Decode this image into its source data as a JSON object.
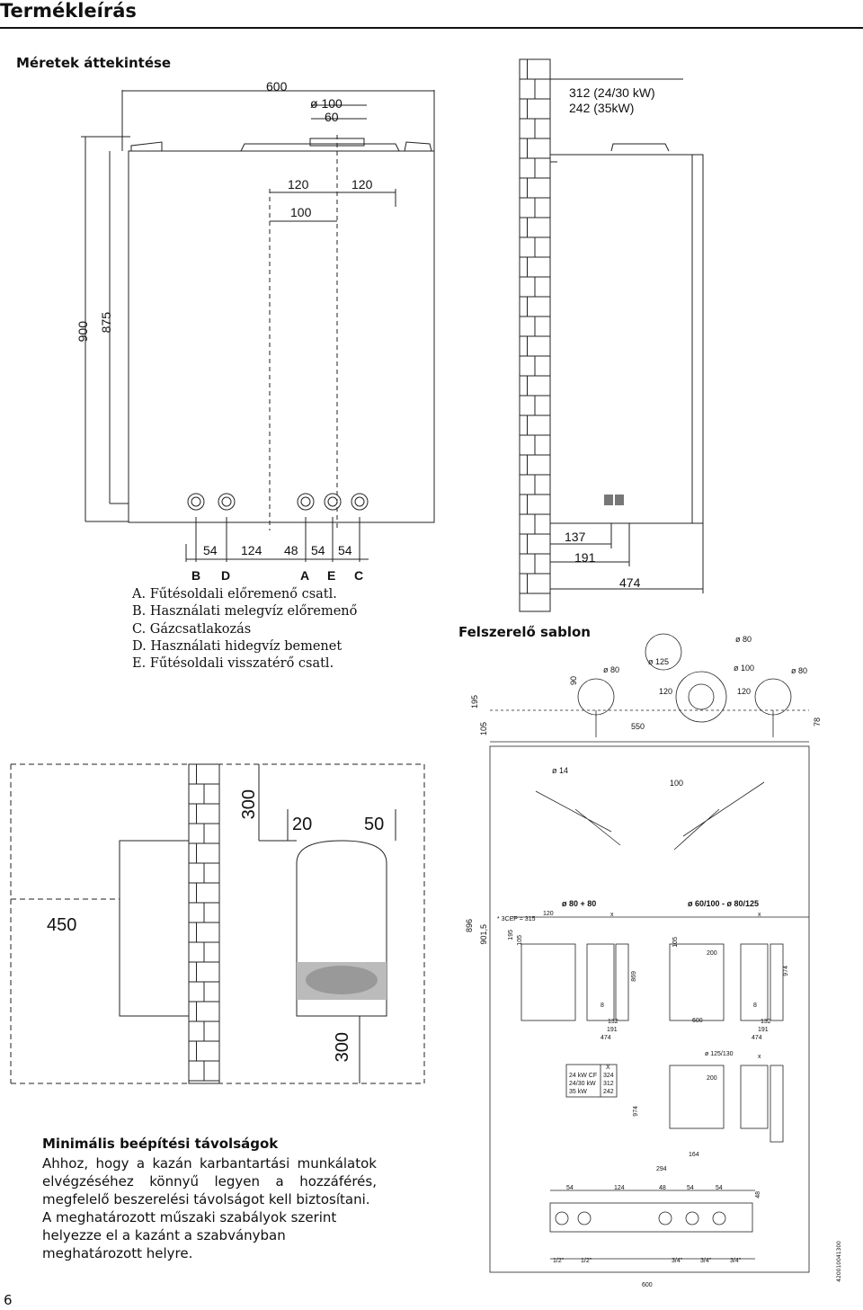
{
  "page_title": "Termékleírás",
  "overview_heading": "Méretek áttekintése",
  "front_view": {
    "dims": {
      "width": "600",
      "flue_outer": "ø 100",
      "flue_inner": "60",
      "left_offset": "120",
      "right_offset": "120",
      "flue_offset": "100",
      "total_height": "900",
      "casing_height": "875"
    },
    "bottom_dims": [
      "54",
      "124",
      "48",
      "54",
      "54"
    ],
    "connections": [
      "B",
      "D",
      "A",
      "E",
      "C"
    ]
  },
  "side_view": {
    "depth_line1": "312 (24/30 kW)",
    "depth_line2": "242 (35kW)",
    "d137": "137",
    "d191": "191",
    "d474": "474"
  },
  "legend": [
    "A.  Fűtésoldali előremenő csatl.",
    "B.  Használati melegvíz előremenő",
    "C.  Gázcsatlakozás",
    "D.  Használati hidegvíz bemenet",
    "E.  Fűtésoldali visszatérő csatl."
  ],
  "template": {
    "heading": "Felszerelő sablon",
    "labels": {
      "d90": "90",
      "d195": "195",
      "d105": "105",
      "o80_a": "ø 80",
      "o125": "ø 125",
      "o80_top": "ø 80",
      "o100": "ø 100",
      "o80_right": "ø 80",
      "d120_a": "120",
      "d120_b": "120",
      "d550": "550",
      "d78": "78",
      "o14": "ø 14",
      "d100": "100",
      "d896": "896",
      "d901": "901,5",
      "o80_80": "ø 80 + 80",
      "cep": "* 3CEP = 315",
      "d120_c": "120",
      "x1": "x",
      "o60_80": "ø 60/100 - ø 80/125",
      "x2": "x",
      "d195b": "195",
      "d105b": "105",
      "d105c": "105",
      "d200": "200",
      "d869": "869",
      "d974": "974",
      "d8a": "8",
      "d132": "132",
      "d191b": "191",
      "d474b": "474",
      "d600": "600",
      "d8b": "8",
      "d132b": "132",
      "d191c": "191",
      "d474c": "474",
      "o125_130": "ø 125/130",
      "x3": "x",
      "d200b": "200",
      "d974b": "974",
      "d164": "164",
      "d294": "294",
      "d54a": "54",
      "d124": "124",
      "d48a": "48",
      "d54b": "54",
      "d54c": "54",
      "d48b": "48",
      "p1": "1/2\"",
      "p2": "1/2\"",
      "p3": "3/4\"",
      "p4": "3/4\"",
      "p5": "3/4\"",
      "d600b": "600",
      "doc_code": "420010041300"
    },
    "table": {
      "header": "X",
      "rows": [
        [
          "24 kW CF",
          "324"
        ],
        [
          "24/30 kW",
          "312"
        ],
        [
          "35 kW",
          "242"
        ]
      ]
    }
  },
  "clearance": {
    "top": "300",
    "side_left": "20",
    "side_right": "50",
    "front": "450",
    "bottom": "300"
  },
  "min_distance": {
    "heading": "Minimális beépítési távolságok",
    "para1": "Ahhoz, hogy a kazán karbantartási munkálatok elvégzéséhez könnyű legyen a hozzáférés, megfelelő beszerelési távolságot kell biztosítani.",
    "para2": "A meghatározott műszaki szabályok szerint helyezze el a kazánt a szabványban meghatározott helyre."
  },
  "page_number": "6"
}
